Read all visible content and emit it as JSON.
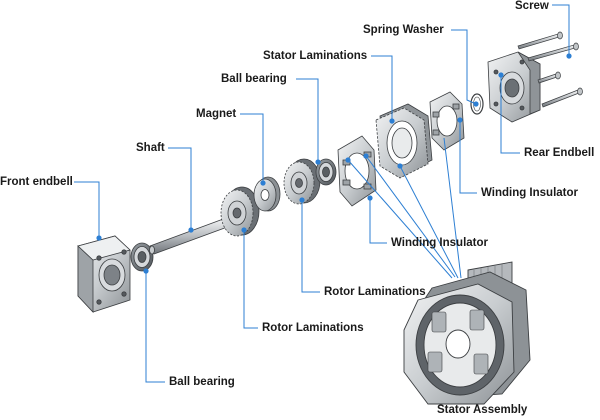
{
  "labels": {
    "screw": "Screw",
    "spring_washer": "Spring Washer",
    "stator_laminations": "Stator Laminations",
    "ball_bearing_top": "Ball bearing",
    "magnet": "Magnet",
    "shaft": "Shaft",
    "front_endbell": "Front endbell",
    "rear_endbell": "Rear Endbell",
    "winding_insulator_right": "Winding Insulator",
    "winding_insulator_center": "Winding Insulator",
    "rotor_laminations_upper": "Rotor Laminations",
    "rotor_laminations_lower": "Rotor Laminations",
    "ball_bearing_bottom": "Ball bearing",
    "stator_assembly": "Stator Assembly"
  },
  "colors": {
    "leader": "#2d7fd3",
    "metal_light": "#e4e6e8",
    "metal_mid": "#b7bbbf",
    "metal_dark": "#6e7378",
    "outline": "#3c3f42"
  }
}
